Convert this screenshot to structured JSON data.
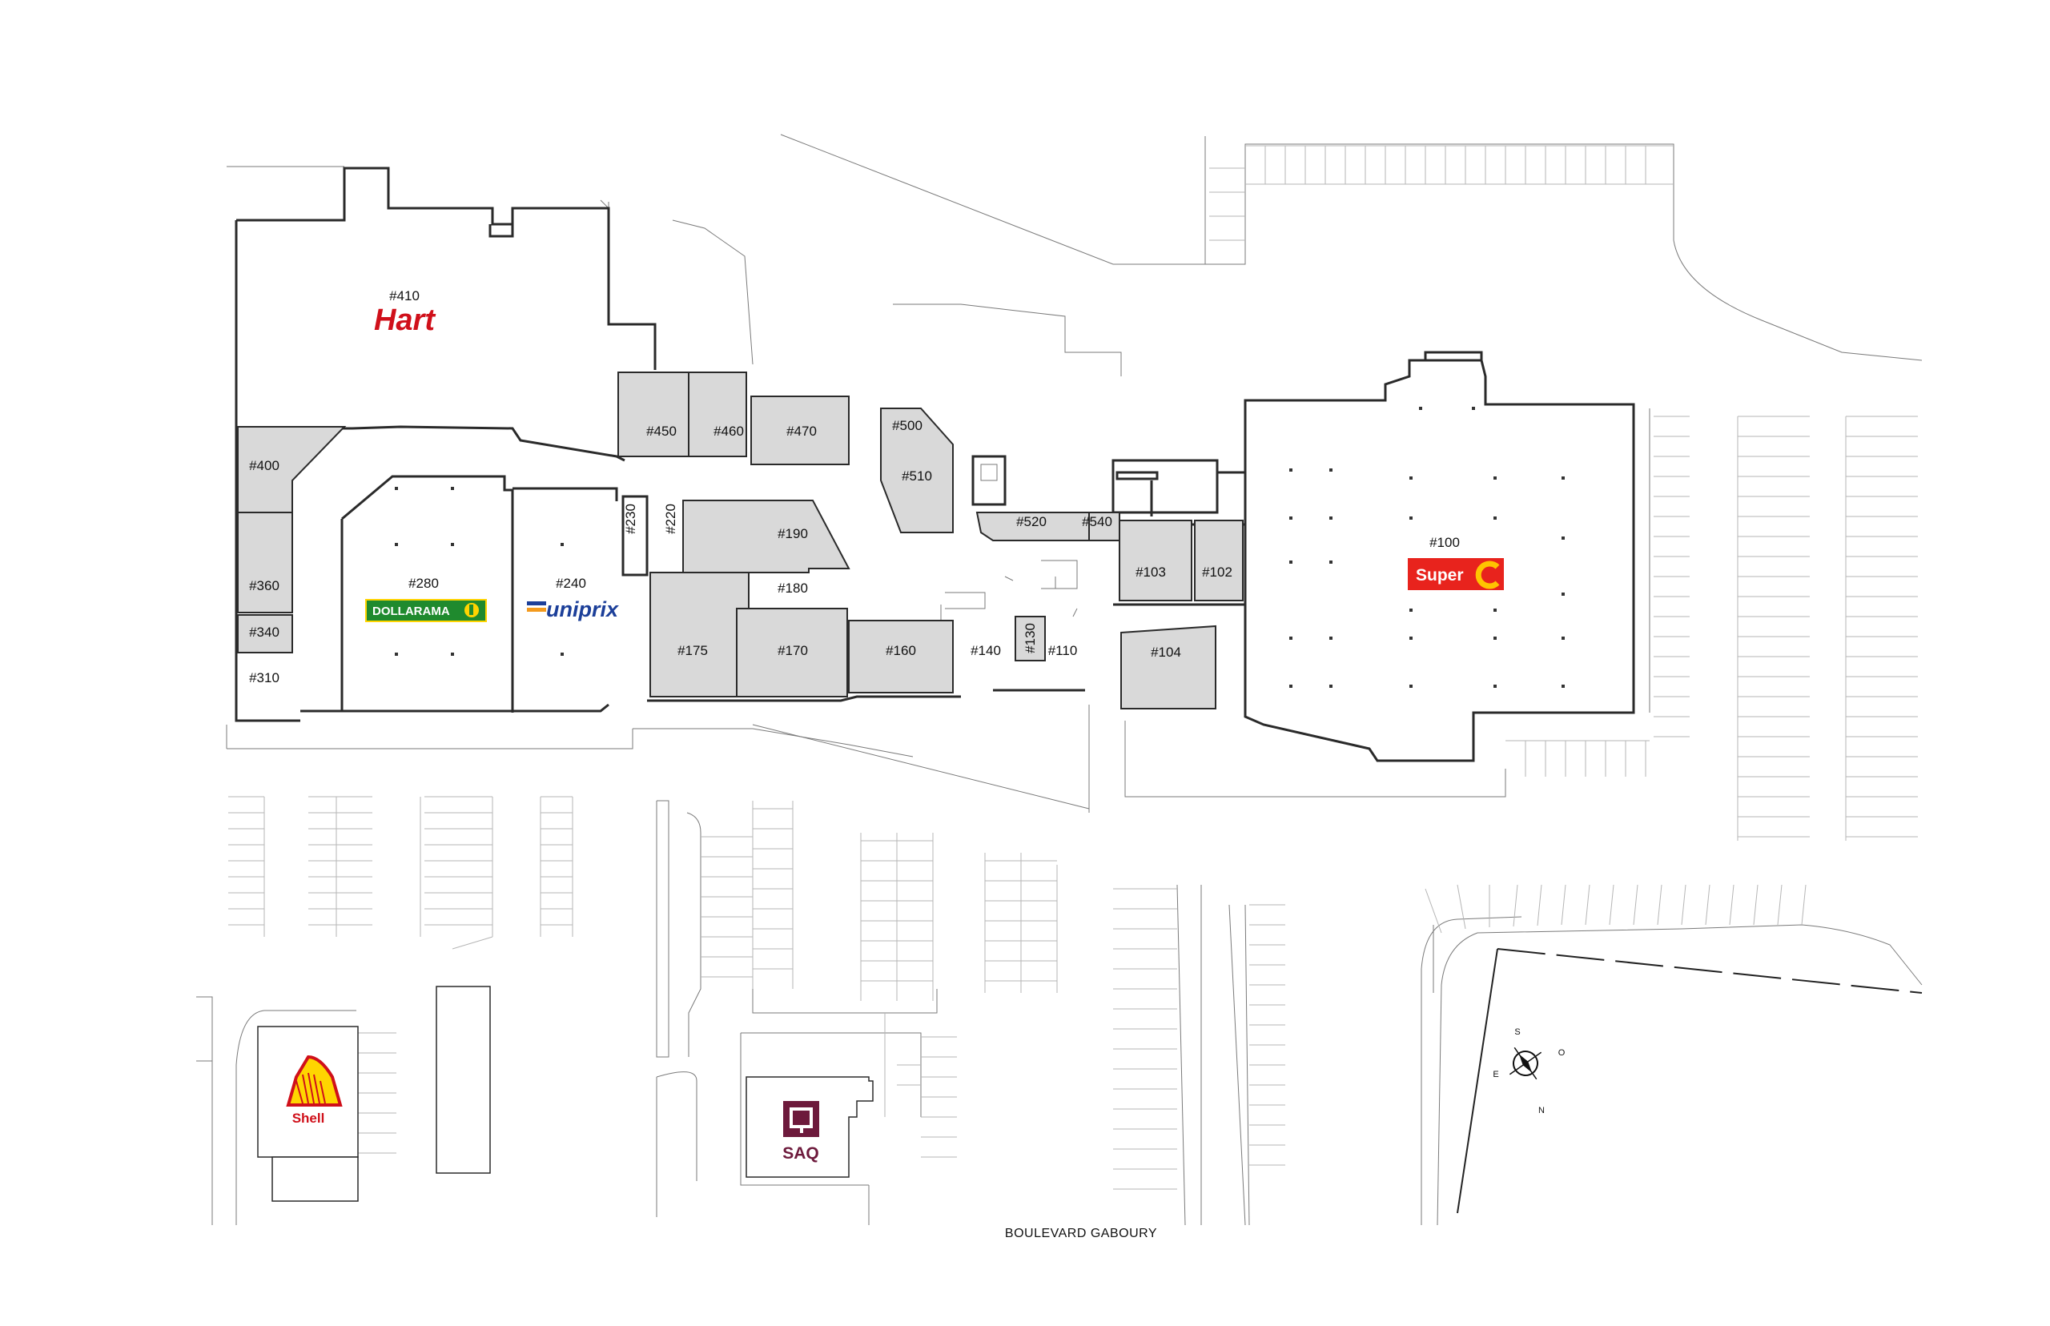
{
  "road": {
    "name": "BOULEVARD GABOURY"
  },
  "units": {
    "u410": "#410",
    "u400": "#400",
    "u360": "#360",
    "u340": "#340",
    "u310": "#310",
    "u280": "#280",
    "u240": "#240",
    "u230": "#230",
    "u220": "#220",
    "u450": "#450",
    "u460": "#460",
    "u470": "#470",
    "u500": "#500",
    "u510": "#510",
    "u190": "#190",
    "u180": "#180",
    "u175": "#175",
    "u170": "#170",
    "u160": "#160",
    "u140": "#140",
    "u130": "#130",
    "u110": "#110",
    "u520": "#520",
    "u540": "#540",
    "u103": "#103",
    "u102": "#102",
    "u104": "#104",
    "u100": "#100"
  },
  "brands": {
    "hart": "Hart",
    "dollarama": "DOLLARAMA",
    "uniprix": "uniprix",
    "superc": "Super",
    "shell": "Shell",
    "saq": "SAQ"
  },
  "compass": {
    "s": "S",
    "o": "O",
    "e": "E",
    "n": "N"
  },
  "colors": {
    "unit_fill": "#d9d9d9",
    "wall": "#2a2a2a",
    "lot_lines": "#b5b5b5",
    "hart_red": "#d0101a",
    "dollarama_green": "#1f8a2e",
    "dollarama_yellow": "#ffd400",
    "uniprix_blue": "#1c3f99",
    "uniprix_orange": "#f39a1e",
    "superc_red": "#e8231d",
    "superc_yellow": "#ffc400",
    "shell_yellow": "#ffd500",
    "shell_red": "#d0101a",
    "saq_burgundy": "#6d1a3c"
  },
  "icons": {
    "hart": "hart-logo",
    "dollarama": "dollarama-logo",
    "uniprix": "uniprix-logo",
    "superc": "super-c-logo",
    "shell": "shell-logo",
    "saq": "saq-logo",
    "compass": "compass-icon"
  }
}
